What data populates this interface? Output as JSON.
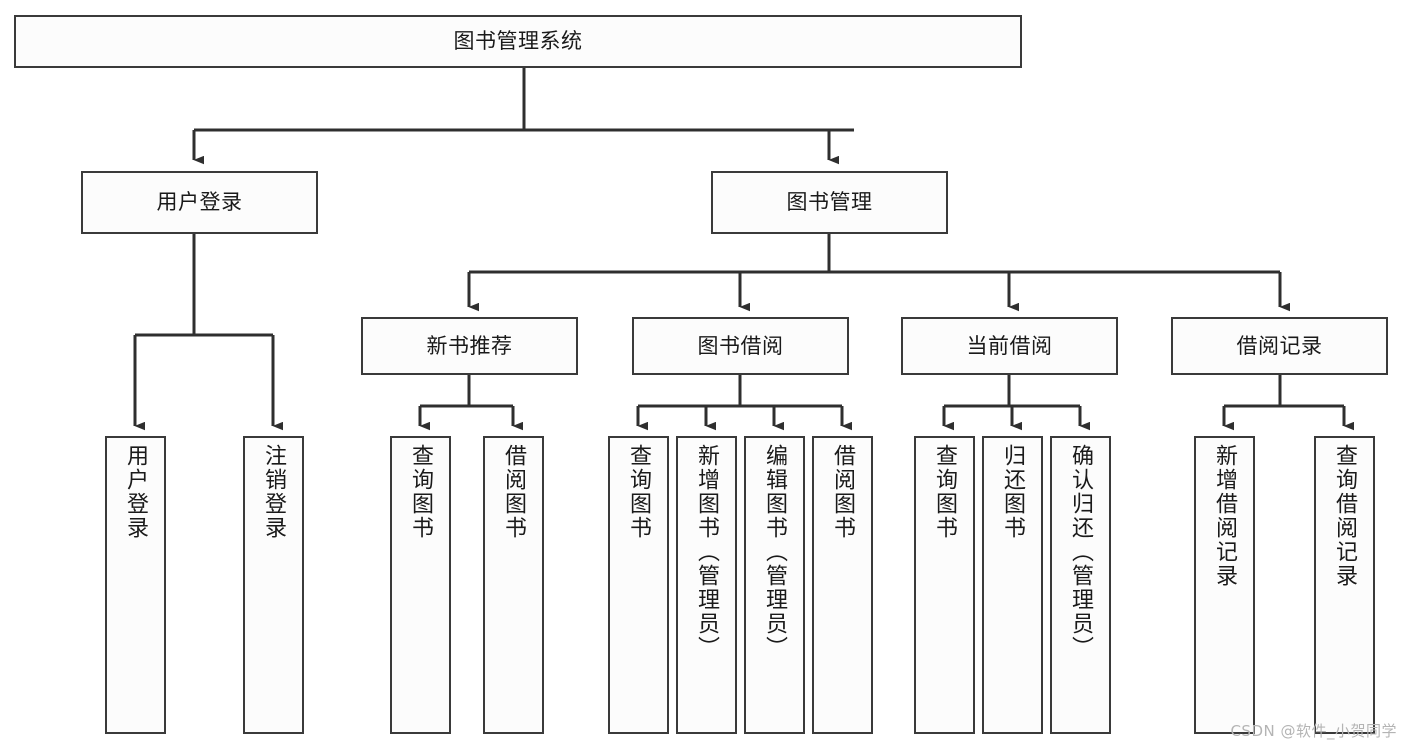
{
  "diagram": {
    "title": "图书管理系统",
    "type": "tree-hierarchy",
    "colors": {
      "stroke": "#3a3a3a",
      "fill": "#fcfcfc",
      "text": "#1a1a1a",
      "watermark": "#b4b4b4"
    },
    "root": {
      "label": "图书管理系统"
    },
    "level2": [
      {
        "label": "用户登录"
      },
      {
        "label": "图书管理"
      }
    ],
    "level3": [
      {
        "label": "新书推荐"
      },
      {
        "label": "图书借阅"
      },
      {
        "label": "当前借阅"
      },
      {
        "label": "借阅记录"
      }
    ],
    "leaves": {
      "user_login": [
        {
          "label": "用户登录"
        },
        {
          "label": "注销登录"
        }
      ],
      "new_book_recommend": [
        {
          "label": "查询图书"
        },
        {
          "label": "借阅图书"
        }
      ],
      "book_borrow": [
        {
          "label": "查询图书"
        },
        {
          "label": "新增图书（管理员）"
        },
        {
          "label": "编辑图书（管理员）"
        },
        {
          "label": "借阅图书"
        }
      ],
      "current_borrow": [
        {
          "label": "查询图书"
        },
        {
          "label": "归还图书"
        },
        {
          "label": "确认归还（管理员）"
        }
      ],
      "borrow_record": [
        {
          "label": "新增借阅记录"
        },
        {
          "label": "查询借阅记录"
        }
      ]
    }
  },
  "watermark": {
    "text": "CSDN @软件_小贺同学"
  }
}
